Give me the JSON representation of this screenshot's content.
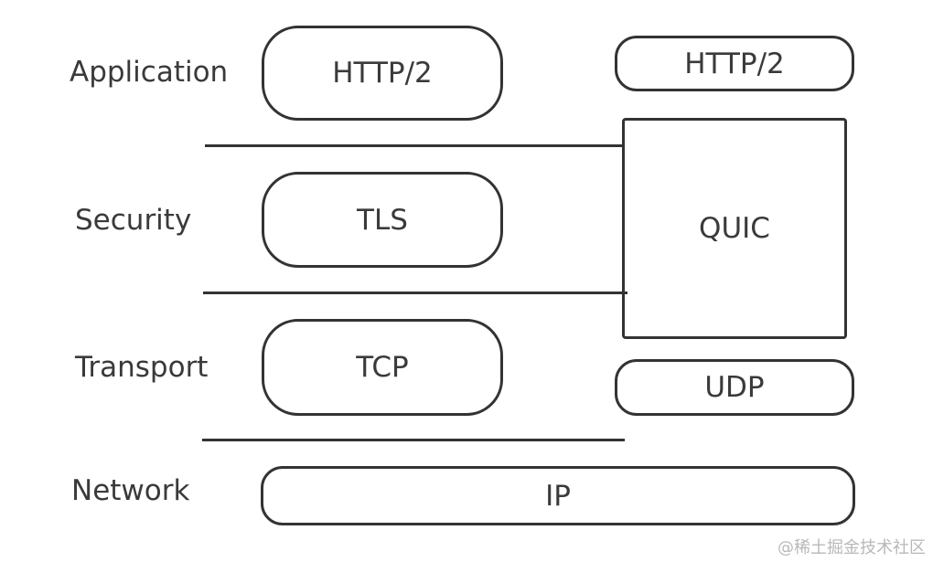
{
  "layers": {
    "application": "Application",
    "security": "Security",
    "transport": "Transport",
    "network": "Network"
  },
  "left_stack": {
    "http2": "HTTP/2",
    "tls": "TLS",
    "tcp": "TCP"
  },
  "right_stack": {
    "http2": "HTTP/2",
    "quic": "QUIC",
    "udp": "UDP"
  },
  "shared": {
    "ip": "IP"
  },
  "watermark": "@稀土掘金技术社区"
}
